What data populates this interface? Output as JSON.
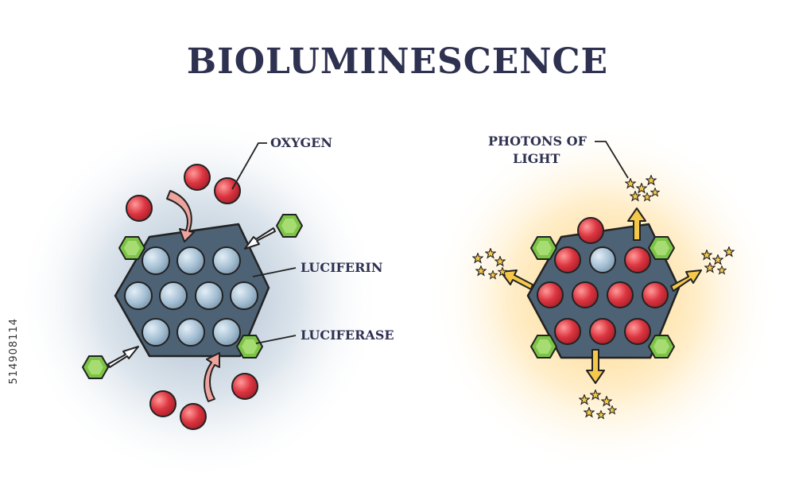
{
  "title": "BIOLUMINESCENCE",
  "labels": {
    "oxygen": "OXYGEN",
    "luciferin": "LUCIFERIN",
    "luciferase": "LUCIFERASE",
    "photons_line1": "PHOTONS OF",
    "photons_line2": "LIGHT"
  },
  "side_id": "514908114",
  "colors": {
    "title": "#2e3150",
    "enzyme": "#4e6275",
    "luciferin_sphere": "#a9c3d6",
    "oxygen_sphere": "#d8323b",
    "luciferase_hexagon": "#7cc446",
    "photon_star": "#f6c84a",
    "left_glow": "#9fb4c8",
    "right_glow": "#ffcf78"
  }
}
